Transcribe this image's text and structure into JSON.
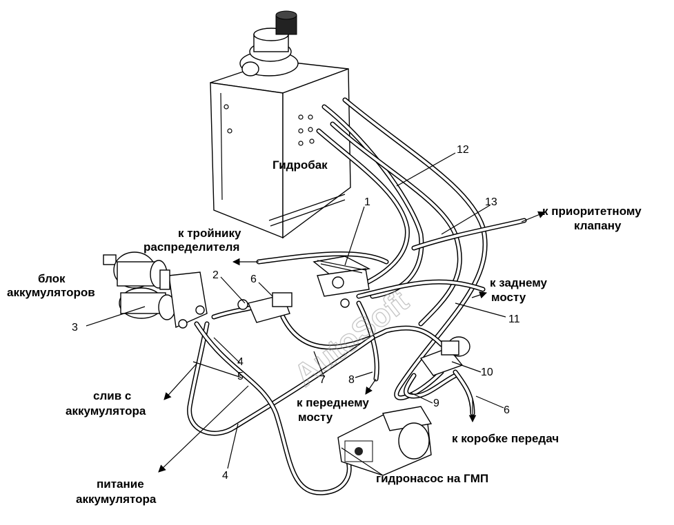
{
  "labels": {
    "tank": "Гидробак",
    "to_tee_line1": "к тройнику",
    "to_tee_line2": "распределителя",
    "accum_block_line1": "блок",
    "accum_block_line2": "аккумуляторов",
    "drain_line1": "слив с",
    "drain_line2": "аккумулятора",
    "supply_line1": "питание",
    "supply_line2": "аккумулятора",
    "front_axle_line1": "к переднему",
    "front_axle_line2": "мосту",
    "pump": "гидронасос на ГМП",
    "gearbox": "к коробке передач",
    "rear_axle_line1": "к заднему",
    "rear_axle_line2": "мосту",
    "priority_line1": "к приоритетному",
    "priority_line2": "клапану"
  },
  "numbers": {
    "n1": "1",
    "n2": "2",
    "n3": "3",
    "n4a": "4",
    "n4b": "4",
    "n5": "5",
    "n6a": "6",
    "n6b": "6",
    "n7": "7",
    "n8": "8",
    "n9": "9",
    "n10": "10",
    "n11": "11",
    "n12": "12",
    "n13": "13"
  },
  "watermark": "AutoSoft"
}
